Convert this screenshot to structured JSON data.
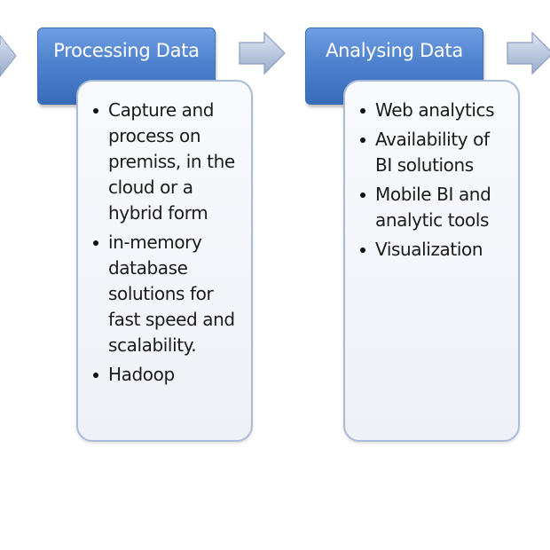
{
  "colors": {
    "header_fill": "#4f82ce",
    "card_border": "#a9bcd8",
    "arrow_fill": "#a8b8d4"
  },
  "stages": [
    {
      "title": "Processing Data",
      "bullets": [
        "Capture and process on premiss, in the cloud or a hybrid form",
        "in-memory database solutions for fast speed and scalability.",
        "Hadoop"
      ]
    },
    {
      "title": "Analysing Data",
      "bullets": [
        "Web analytics",
        "Availability of BI solutions",
        "Mobile BI and analytic tools",
        "Visualization"
      ]
    }
  ]
}
